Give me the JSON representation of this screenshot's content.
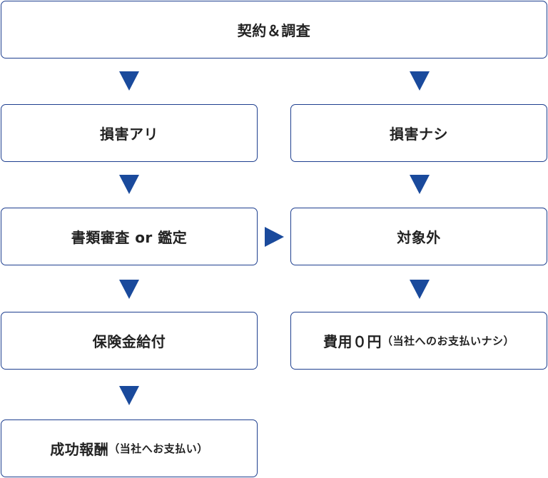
{
  "nodes": {
    "contract": {
      "label": "契約＆調査"
    },
    "damage_yes": {
      "label": "損害アリ"
    },
    "damage_no": {
      "label": "損害ナシ"
    },
    "review": {
      "label": "書類審査 or 鑑定"
    },
    "not_covered": {
      "label": "対象外"
    },
    "payout": {
      "label": "保険金給付"
    },
    "fee_zero": {
      "label": "費用０円",
      "note": "（当社へのお支払いナシ）"
    },
    "success_fee": {
      "label": "成功報酬",
      "note": "（当社へお支払い）"
    }
  },
  "colors": {
    "accent": "#1a4a9c",
    "border": "#1e3f8f"
  }
}
